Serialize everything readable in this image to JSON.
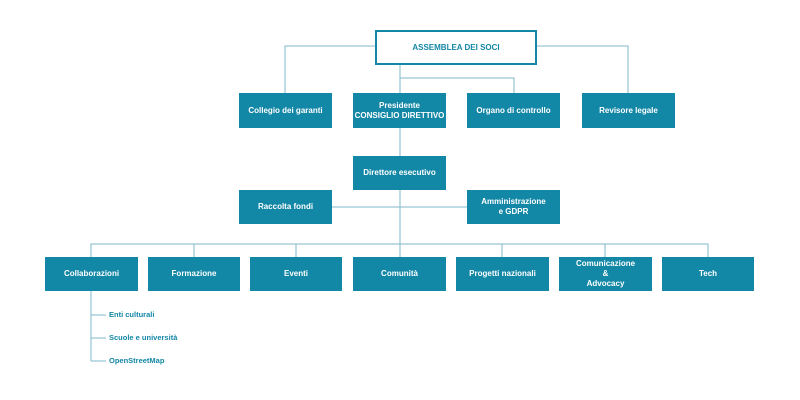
{
  "org_chart": {
    "root": "ASSEMBLEA DEI SOCI",
    "level1": [
      "Collegio dei garanti",
      "Presidente\nCONSIGLIO DIRETTIVO",
      "Organo di controllo",
      "Revisore legale"
    ],
    "director": "Direttore esecutivo",
    "staff": [
      "Raccolta fondi",
      "Amministrazione\ne GDPR"
    ],
    "areas": [
      "Collaborazioni",
      "Formazione",
      "Eventi",
      "Comunità",
      "Progetti nazionali",
      "Comunicazione\n&\nAdvocacy",
      "Tech"
    ],
    "collaborazioni_children": [
      "Enti culturali",
      "Scuole e università",
      "OpenStreetMap"
    ]
  },
  "colors": {
    "accent": "#1387a6",
    "line": "#7fb8c8"
  }
}
